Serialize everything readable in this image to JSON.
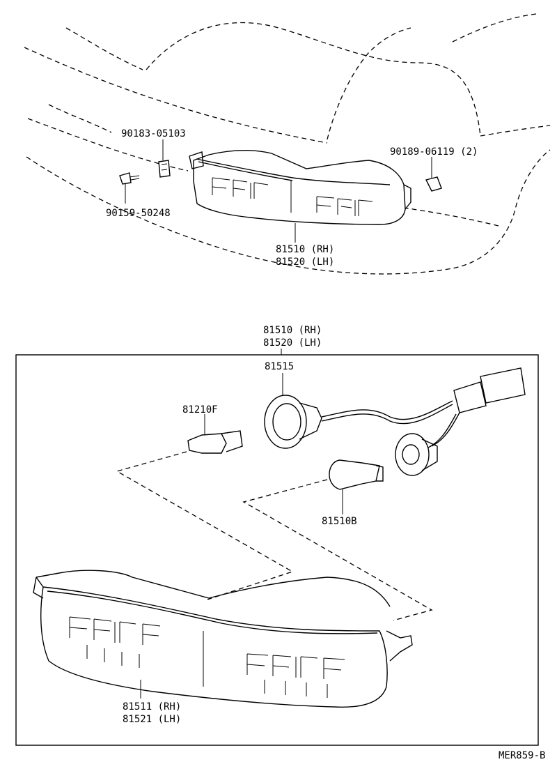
{
  "labels": {
    "clip_nut": "90183-05103",
    "screw": "90159-50248",
    "clip_right": "90189-06119 (2)",
    "lamp_assy_top_rh": "81510 (RH)",
    "lamp_assy_top_lh": "81520 (LH)",
    "lamp_assy_box_rh": "81510 (RH)",
    "lamp_assy_box_lh": "81520 (LH)",
    "socket": "81515",
    "bulb_small": "81210F",
    "bulb_large": "81510B",
    "lens_rh": "81511 (RH)",
    "lens_lh": "81521 (LH)",
    "figure_code": "MER859-B"
  }
}
